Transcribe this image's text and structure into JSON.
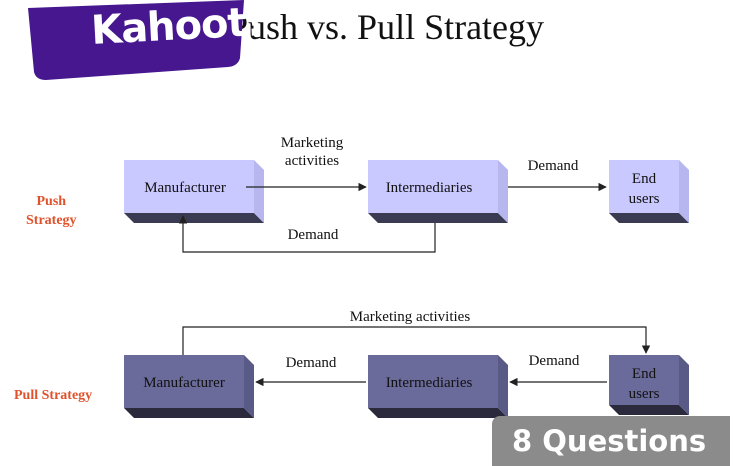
{
  "title": "Push vs. Pull Strategy",
  "logo": {
    "text": "Kahoot!",
    "color": "#46178f"
  },
  "badge": {
    "text": "8 Questions"
  },
  "colors": {
    "push_box": "#c9c8ff",
    "pull_box": "#6b6b9b",
    "strategy_label": "#e0522b"
  },
  "push": {
    "label_line1": "Push",
    "label_line2": "Strategy",
    "manufacturer": "Manufacturer",
    "intermediaries": "Intermediaries",
    "end_users_line1": "End",
    "end_users_line2": "users",
    "marketing_line1": "Marketing",
    "marketing_line2": "activities",
    "demand_top": "Demand",
    "demand_bottom": "Demand"
  },
  "pull": {
    "label": "Pull Strategy",
    "manufacturer": "Manufacturer",
    "intermediaries": "Intermediaries",
    "end_users_line1": "End",
    "end_users_line2": "users",
    "marketing": "Marketing activities",
    "demand_left": "Demand",
    "demand_right": "Demand"
  }
}
